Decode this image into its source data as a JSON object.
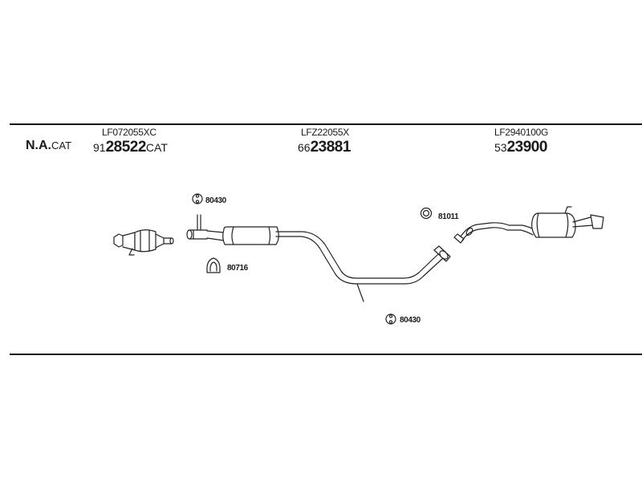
{
  "header": {
    "na_cat_bold": "N.A.",
    "na_cat_suffix": "CAT",
    "sections": [
      {
        "code": "LF072055XC",
        "number_prefix": "91",
        "number_main": "28522",
        "number_suffix": "CAT"
      },
      {
        "code": "LFZ22055X",
        "number_prefix": "66",
        "number_main": "23881",
        "number_suffix": ""
      },
      {
        "code": "LF2940100G",
        "number_prefix": "53",
        "number_main": "23900",
        "number_suffix": ""
      }
    ]
  },
  "parts": {
    "hanger_front": "80430",
    "gasket_front": "80716",
    "hanger_mid": "80430",
    "ring_rear": "81011"
  }
}
